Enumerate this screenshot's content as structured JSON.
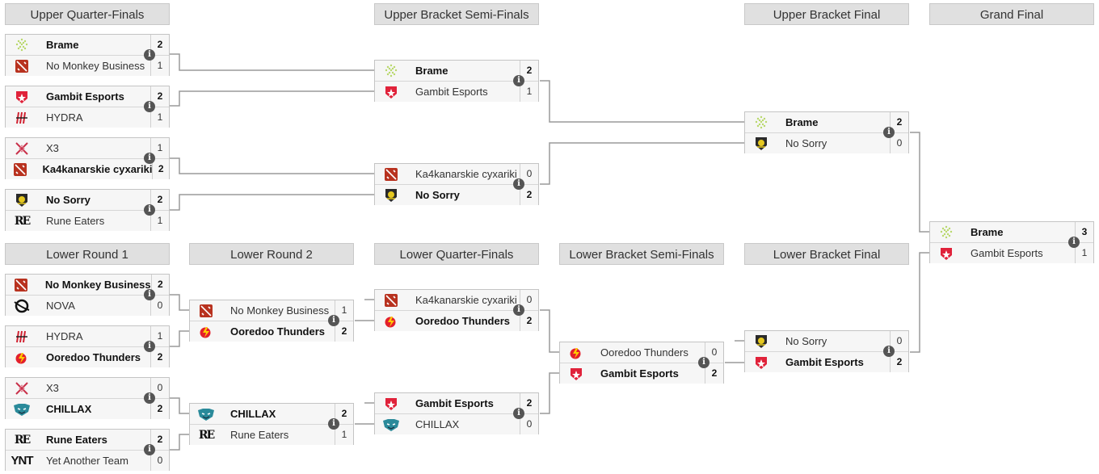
{
  "headers": {
    "uqf": "Upper Quarter-Finals",
    "usf": "Upper Bracket Semi-Finals",
    "ubf": "Upper Bracket Final",
    "gf": "Grand Final",
    "lr1": "Lower Round 1",
    "lr2": "Lower Round 2",
    "lqf": "Lower Quarter-Finals",
    "lsf": "Lower Bracket Semi-Finals",
    "lbf": "Lower Bracket Final"
  },
  "matches": {
    "uqf1": {
      "t1": {
        "name": "Brame",
        "score": "2",
        "logo": "brame-logo"
      },
      "t2": {
        "name": "No Monkey Business",
        "score": "1",
        "logo": "dota-logo"
      }
    },
    "uqf2": {
      "t1": {
        "name": "Gambit Esports",
        "score": "2",
        "logo": "gambit-logo"
      },
      "t2": {
        "name": "HYDRA",
        "score": "1",
        "logo": "hydra-logo"
      }
    },
    "uqf3": {
      "t1": {
        "name": "X3",
        "score": "1",
        "logo": "x3-logo"
      },
      "t2": {
        "name": "Ka4kanarskie cyxariki",
        "score": "2",
        "logo": "dota-logo"
      }
    },
    "uqf4": {
      "t1": {
        "name": "No Sorry",
        "score": "2",
        "logo": "nosorry-logo"
      },
      "t2": {
        "name": "Rune Eaters",
        "score": "1",
        "logo": "rune-eaters-logo"
      }
    },
    "usf1": {
      "t1": {
        "name": "Brame",
        "score": "2",
        "logo": "brame-logo"
      },
      "t2": {
        "name": "Gambit Esports",
        "score": "1",
        "logo": "gambit-logo"
      }
    },
    "usf2": {
      "t1": {
        "name": "Ka4kanarskie cyxariki",
        "score": "0",
        "logo": "dota-logo"
      },
      "t2": {
        "name": "No Sorry",
        "score": "2",
        "logo": "nosorry-logo"
      }
    },
    "ubf": {
      "t1": {
        "name": "Brame",
        "score": "2",
        "logo": "brame-logo"
      },
      "t2": {
        "name": "No Sorry",
        "score": "0",
        "logo": "nosorry-logo"
      }
    },
    "gf": {
      "t1": {
        "name": "Brame",
        "score": "3",
        "logo": "brame-logo"
      },
      "t2": {
        "name": "Gambit Esports",
        "score": "1",
        "logo": "gambit-logo"
      }
    },
    "lr1a": {
      "t1": {
        "name": "No Monkey Business",
        "score": "2",
        "logo": "dota-logo"
      },
      "t2": {
        "name": "NOVA",
        "score": "0",
        "logo": "nova-logo"
      }
    },
    "lr1b": {
      "t1": {
        "name": "HYDRA",
        "score": "1",
        "logo": "hydra-logo"
      },
      "t2": {
        "name": "Ooredoo Thunders",
        "score": "2",
        "logo": "ooredoo-logo"
      }
    },
    "lr1c": {
      "t1": {
        "name": "X3",
        "score": "0",
        "logo": "x3-logo"
      },
      "t2": {
        "name": "CHILLAX",
        "score": "2",
        "logo": "chillax-logo"
      }
    },
    "lr1d": {
      "t1": {
        "name": "Rune Eaters",
        "score": "2",
        "logo": "rune-eaters-logo"
      },
      "t2": {
        "name": "Yet Another Team",
        "score": "0",
        "logo": "ynt-logo"
      }
    },
    "lr2a": {
      "t1": {
        "name": "No Monkey Business",
        "score": "1",
        "logo": "dota-logo"
      },
      "t2": {
        "name": "Ooredoo Thunders",
        "score": "2",
        "logo": "ooredoo-logo"
      }
    },
    "lr2b": {
      "t1": {
        "name": "CHILLAX",
        "score": "2",
        "logo": "chillax-logo"
      },
      "t2": {
        "name": "Rune Eaters",
        "score": "1",
        "logo": "rune-eaters-logo"
      }
    },
    "lqf1": {
      "t1": {
        "name": "Ka4kanarskie cyxariki",
        "score": "0",
        "logo": "dota-logo"
      },
      "t2": {
        "name": "Ooredoo Thunders",
        "score": "2",
        "logo": "ooredoo-logo"
      }
    },
    "lqf2": {
      "t1": {
        "name": "Gambit Esports",
        "score": "2",
        "logo": "gambit-logo"
      },
      "t2": {
        "name": "CHILLAX",
        "score": "0",
        "logo": "chillax-logo"
      }
    },
    "lsf": {
      "t1": {
        "name": "Ooredoo Thunders",
        "score": "0",
        "logo": "ooredoo-logo"
      },
      "t2": {
        "name": "Gambit Esports",
        "score": "2",
        "logo": "gambit-logo"
      }
    },
    "lbf": {
      "t1": {
        "name": "No Sorry",
        "score": "0",
        "logo": "nosorry-logo"
      },
      "t2": {
        "name": "Gambit Esports",
        "score": "2",
        "logo": "gambit-logo"
      }
    }
  },
  "logo_text": {
    "rune": "RE",
    "ynt": "YNT"
  },
  "colors": {
    "header_bg": "#e0e0e0",
    "row_bg": "#f6f6f6",
    "line": "#9a9a9a",
    "gambit_red": "#e0223a",
    "dota_red": "#b8321f",
    "chillax_teal": "#2a8a9a",
    "brame_green": "#b8d86a"
  }
}
